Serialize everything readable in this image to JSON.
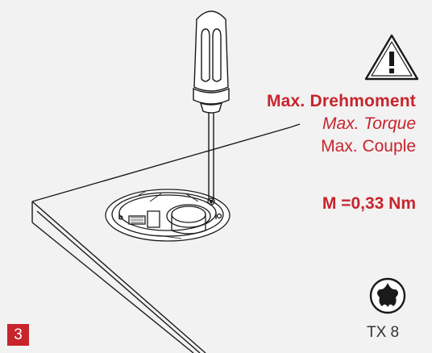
{
  "torque": {
    "label_de": "Max. Drehmoment",
    "label_en": "Max. Torque",
    "label_fr": "Max. Couple",
    "value": "M =0,33 Nm"
  },
  "bit": {
    "label": "TX 8",
    "icon": "torx-icon"
  },
  "step": {
    "number": "3"
  },
  "warning": {
    "icon": "warning-triangle-icon",
    "symbol": "!"
  },
  "colors": {
    "accent": "#c8242c",
    "background": "#f2f2f2",
    "line": "#1a1a1a"
  }
}
